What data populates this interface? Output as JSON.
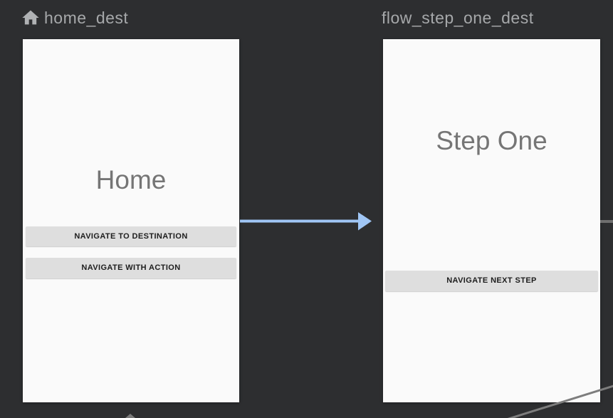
{
  "editor": {
    "name": "navigation-graph-canvas"
  },
  "colors": {
    "canvas_bg": "#2d2e30",
    "card_bg": "#fafafa",
    "header_text": "#a6a8aa",
    "preview_title_text": "#757575",
    "button_bg": "#dedede",
    "button_text": "#1d1d1d",
    "action_arrow_blue": "#a0c6f5",
    "action_line_gray": "#7d7d7d"
  },
  "destinations": [
    {
      "label": "home_dest",
      "icon": "home-icon",
      "is_start_destination": true,
      "preview": {
        "title": "Home",
        "buttons": [
          "NAVIGATE TO DESTINATION",
          "NAVIGATE WITH ACTION"
        ]
      }
    },
    {
      "label": "flow_step_one_dest",
      "preview": {
        "title": "Step One",
        "buttons": [
          "NAVIGATE NEXT STEP"
        ]
      }
    }
  ],
  "connections": {
    "home_to_step_one": {
      "type": "action-arrow",
      "color": "#a0c6f5"
    },
    "step_one_offscreen_right": {
      "type": "action-line",
      "color": "#6f6f6f"
    },
    "offscreen_diagonal_bottom_right": {
      "type": "action-line",
      "color": "#7d7d7d"
    },
    "incoming_arrowhead_bottom": {
      "type": "action-arrowhead",
      "color": "#7a7a7a"
    }
  }
}
